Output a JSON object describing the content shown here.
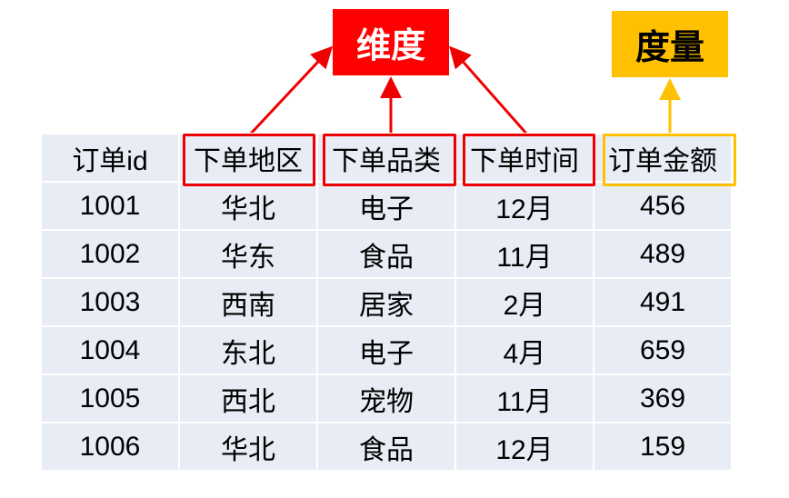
{
  "labels": {
    "dimension": "维度",
    "measure": "度量"
  },
  "colors": {
    "dimension": "#ff0000",
    "measure": "#ffc000",
    "cell_bg": "#e8ecf5"
  },
  "table": {
    "headers": [
      "订单id",
      "下单地区",
      "下单品类",
      "下单时间",
      "订单金额"
    ],
    "rows": [
      [
        "1001",
        "华北",
        "电子",
        "12月",
        "456"
      ],
      [
        "1002",
        "华东",
        "食品",
        "11月",
        "489"
      ],
      [
        "1003",
        "西南",
        "居家",
        "2月",
        "491"
      ],
      [
        "1004",
        "东北",
        "电子",
        "4月",
        "659"
      ],
      [
        "1005",
        "西北",
        "宠物",
        "11月",
        "369"
      ],
      [
        "1006",
        "华北",
        "食品",
        "12月",
        "159"
      ]
    ]
  }
}
